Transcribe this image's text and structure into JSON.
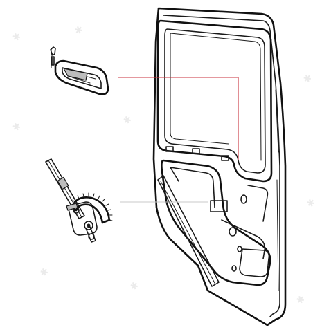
{
  "colors": {
    "leader_highlight": "#c8323c",
    "leader_plain": "#c9c9c9",
    "line_art": "#1a1a1a",
    "background": "#ffffff"
  },
  "parts": [
    {
      "id": "interior-door-handle",
      "icon": "door-handle-icon"
    },
    {
      "id": "window-regulator",
      "icon": "window-regulator-icon"
    },
    {
      "id": "door-shell",
      "icon": "door-shell-icon"
    }
  ],
  "callouts": [
    {
      "from": "interior-door-handle",
      "to": "door-shell",
      "style": "highlight"
    },
    {
      "from": "window-regulator",
      "to": "door-shell",
      "style": "plain"
    }
  ]
}
